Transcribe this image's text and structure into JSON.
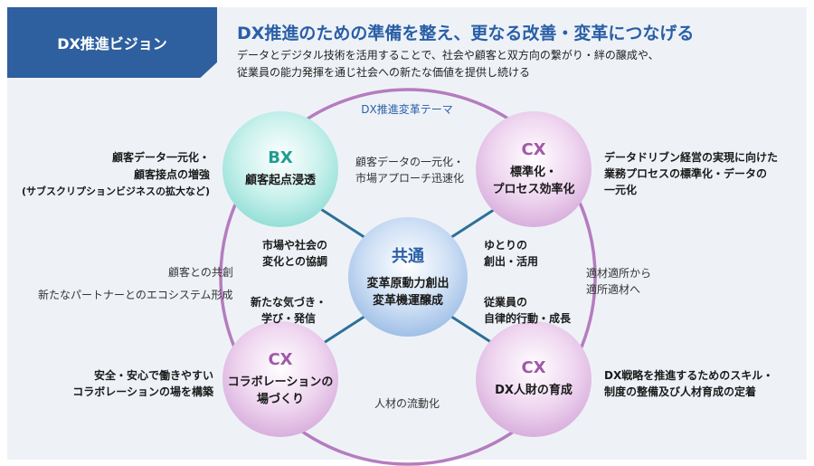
{
  "badge": "DX推進ビジョン",
  "headline": "DX推進のための準備を整え、更なる改善・変革につなげる",
  "sublines": [
    "データとデジタル技術を活用することで、社会や顧客と双方向の繋がり・絆の醸成や、",
    "従業員の能力発揮を通じ社会への新たな価値を提供し続ける"
  ],
  "theme_label": "DX推進変革テーマ",
  "circles": {
    "top_left": {
      "title": "BX",
      "text": "顧客起点浸透"
    },
    "top_right": {
      "title": "CX",
      "text": "標準化・\nプロセス効率化"
    },
    "bottom_left": {
      "title": "CX",
      "text": "コラボレーションの\n場づくり"
    },
    "bottom_right": {
      "title": "CX",
      "text": "DX人財の育成"
    },
    "center": {
      "title": "共通",
      "text": "変革原動力創出\n変革機運醸成"
    }
  },
  "arcs": {
    "top": "顧客データの一元化・\n市場アプローチ迅速化",
    "left": "顧客との共創",
    "left2": "新たなパートナーとのエコシステム形成",
    "right": "適材適所から\n適所適材へ",
    "bottom": "人材の流動化"
  },
  "spokes": {
    "top_left": "市場や社会の\n変化との協調",
    "bottom_left": "新たな気づき・\n学び・発信",
    "top_right": "ゆとりの\n創出・活用",
    "bottom_right": "従業員の\n自律的行動・成長"
  },
  "outside": {
    "top_left_1": "顧客データ一元化・",
    "top_left_2": "顧客接点の増強",
    "top_left_3": "(サブスクリプションビジネスの拡大など)",
    "top_right": "データドリブン経営の実現に向けた\n業務プロセスの標準化・データの\n一元化",
    "bottom_left": "安全・安心で働きやすい\nコラボレーションの場を構築",
    "bottom_right": "DX戦略を推進するためのスキル・\n制度の整備及び人材育成の定着"
  },
  "colors": {
    "accent": "#2e5f9e",
    "bx": "#1e9e91",
    "cx": "#a15aa8",
    "ring": "#b57cbf",
    "spoke": "#2d6f98"
  }
}
